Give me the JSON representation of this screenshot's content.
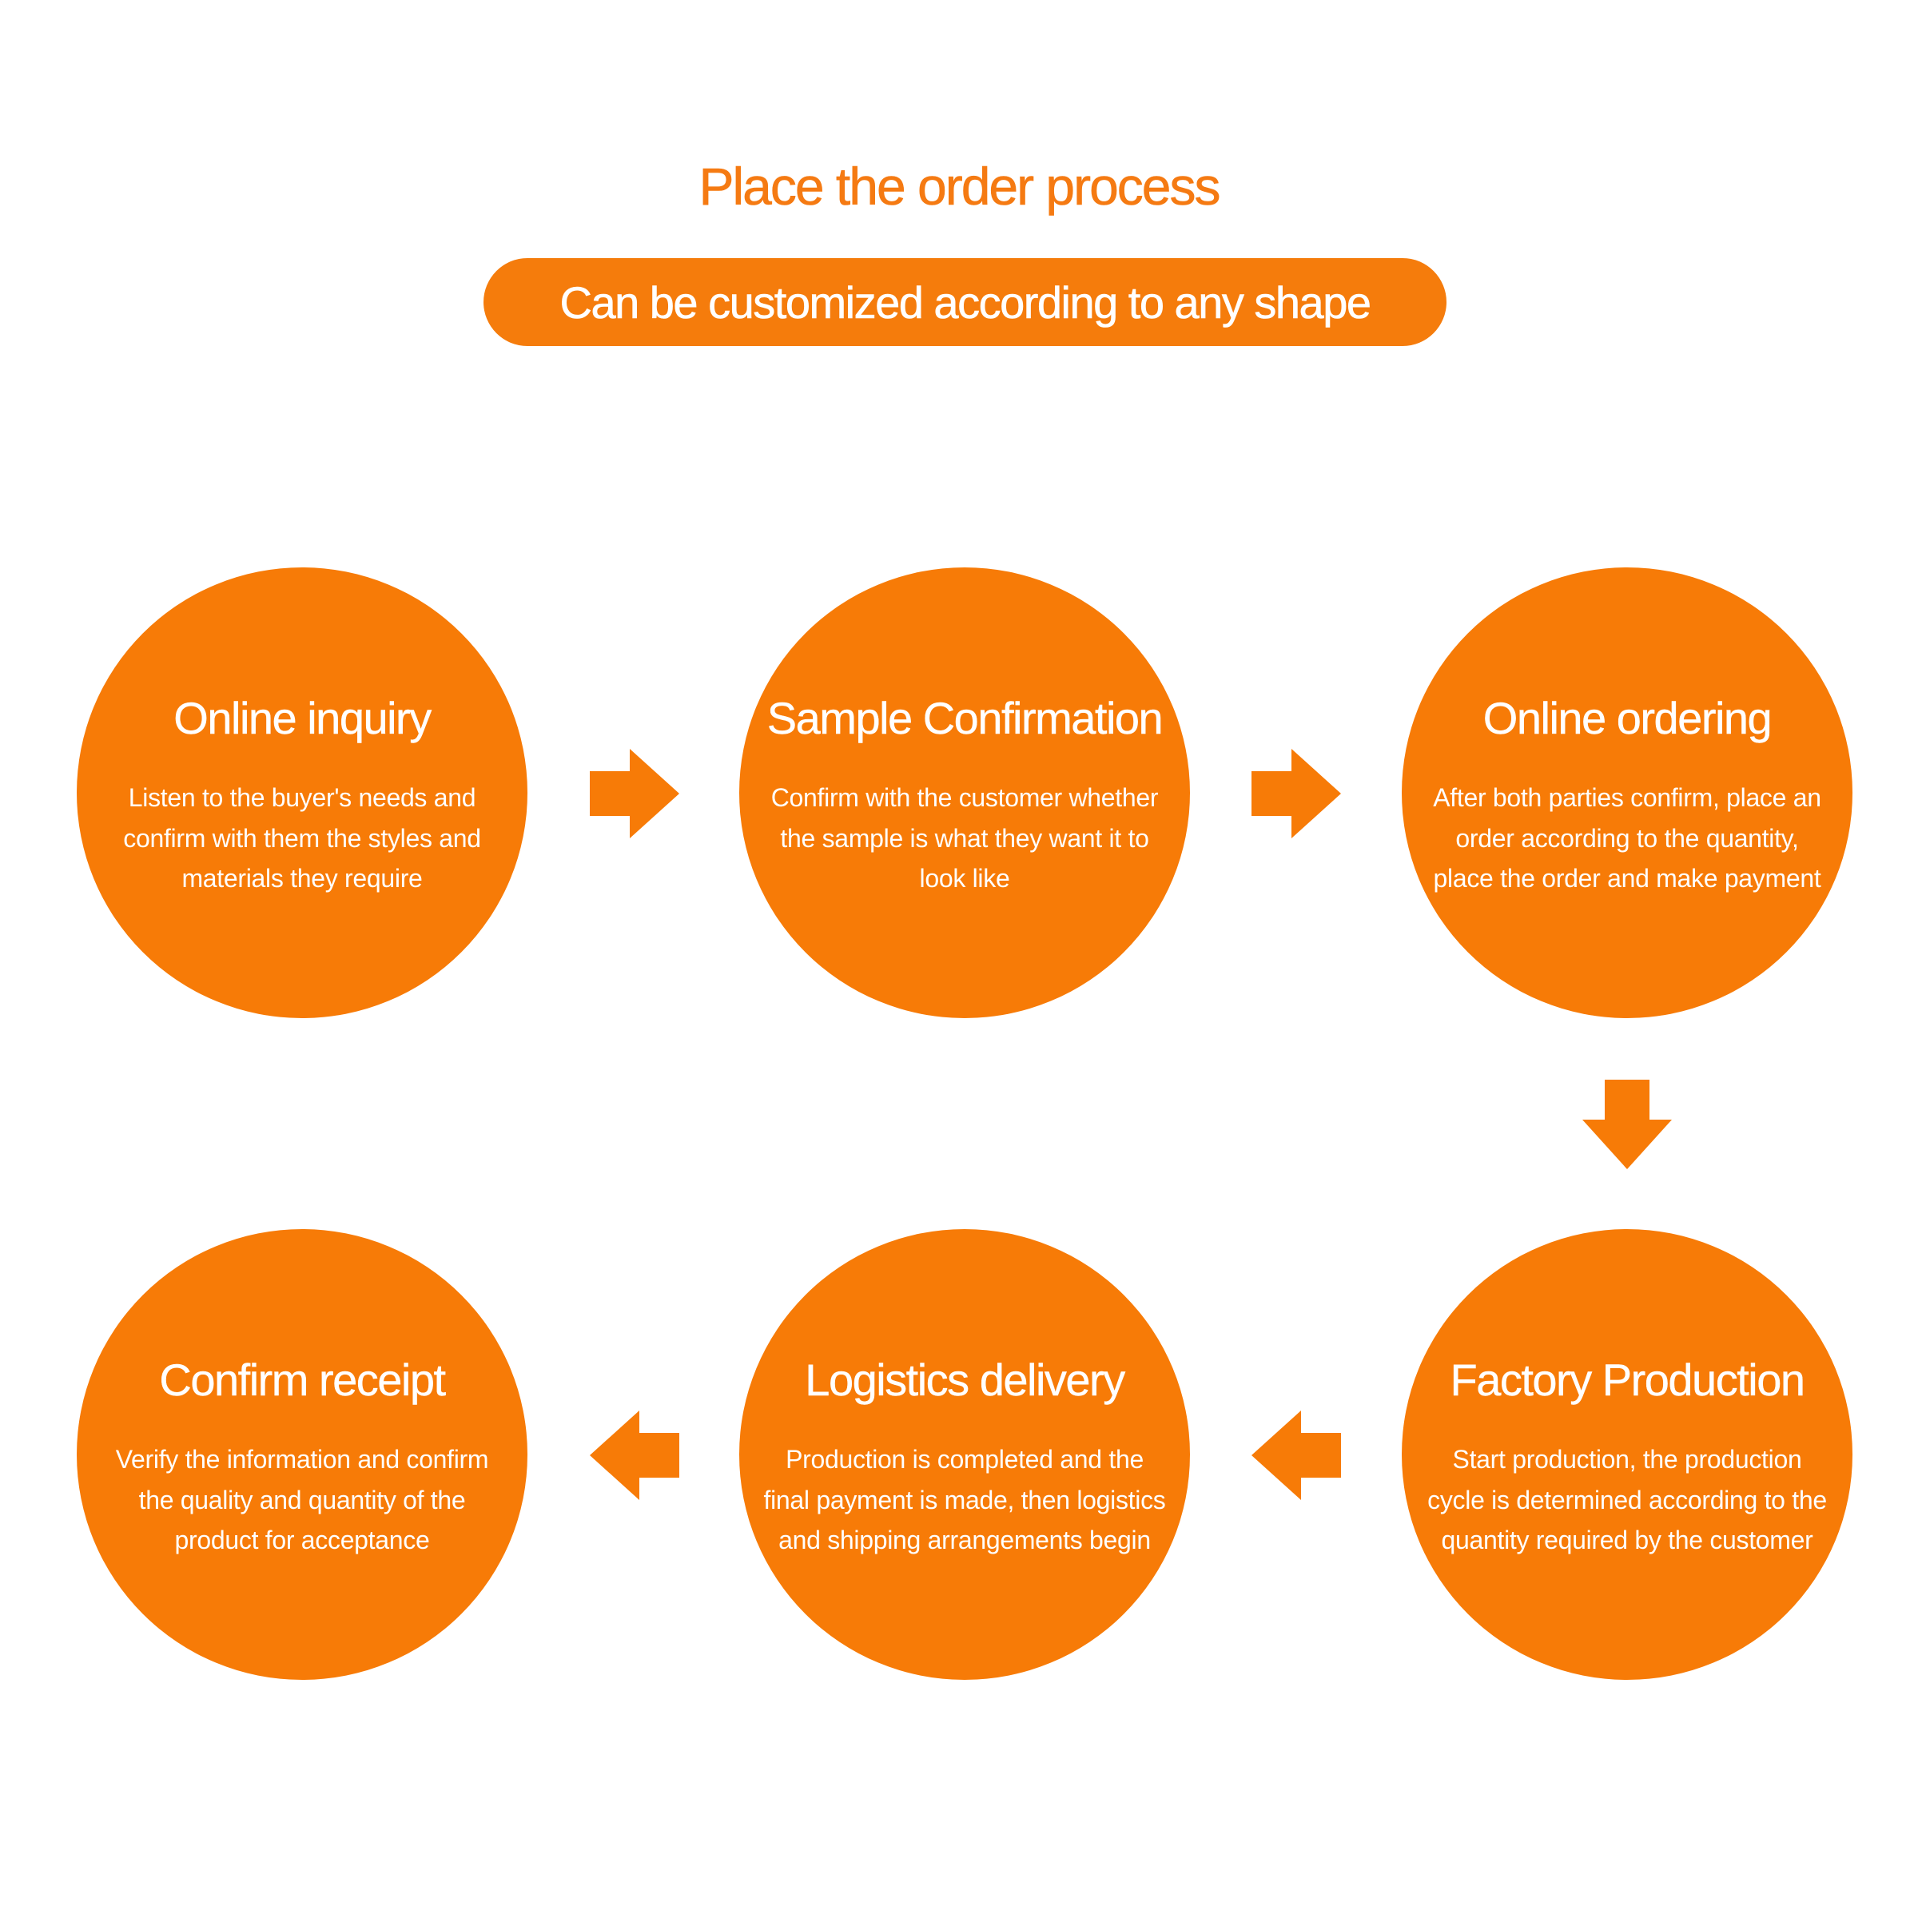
{
  "header": {
    "title": "Place the order process",
    "subtitle": "Can be customized according to any shape"
  },
  "colors": {
    "accent": "#f77b07",
    "title": "#f57a12",
    "text_on_accent": "#ffffff",
    "background": "#ffffff"
  },
  "steps": [
    {
      "title": "Online inquiry",
      "description": "Listen to the buyer's needs and confirm with them the styles and materials they require"
    },
    {
      "title": "Sample Confirmation",
      "description": "Confirm with the customer whether the sample is what they want it to look like"
    },
    {
      "title": "Online ordering",
      "description": "After both parties confirm, place an order according to the quantity, place the order and make payment"
    },
    {
      "title": "Factory Production",
      "description": "Start production, the production cycle is determined according to the quantity required by the customer"
    },
    {
      "title": "Logistics delivery",
      "description": "Production is completed and the final payment is made, then logistics and shipping arrangements begin"
    },
    {
      "title": "Confirm receipt",
      "description": "Verify the information and confirm the quality and quantity of the product for acceptance"
    }
  ],
  "arrows": [
    {
      "from": "Online inquiry",
      "to": "Sample Confirmation",
      "direction": "right"
    },
    {
      "from": "Sample Confirmation",
      "to": "Online ordering",
      "direction": "right"
    },
    {
      "from": "Online ordering",
      "to": "Factory Production",
      "direction": "down"
    },
    {
      "from": "Factory Production",
      "to": "Logistics delivery",
      "direction": "left"
    },
    {
      "from": "Logistics delivery",
      "to": "Confirm receipt",
      "direction": "left"
    }
  ]
}
